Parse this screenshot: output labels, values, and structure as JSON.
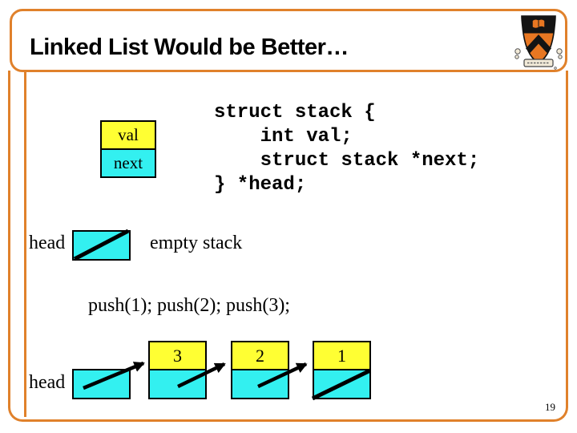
{
  "slide": {
    "title": "Linked List Would be Better…",
    "page_number": "19"
  },
  "code_block": {
    "text": "struct stack {\n    int val;\n    struct stack *next;\n} *head;"
  },
  "node_template": {
    "val_label": "val",
    "next_label": "next"
  },
  "empty_stack": {
    "head_label": "head",
    "caption": "empty stack"
  },
  "push_sequence": {
    "text": "push(1); push(2); push(3);"
  },
  "linked_list": {
    "head_label": "head",
    "nodes": [
      {
        "value": "3"
      },
      {
        "value": "2"
      },
      {
        "value": "1"
      }
    ]
  },
  "logo": {
    "name": "princeton-crest"
  },
  "colors": {
    "accent_orange": "#E0812B",
    "field_yellow": "#FFFF33",
    "field_cyan": "#33F0F0",
    "arrow_black": "#000000"
  }
}
